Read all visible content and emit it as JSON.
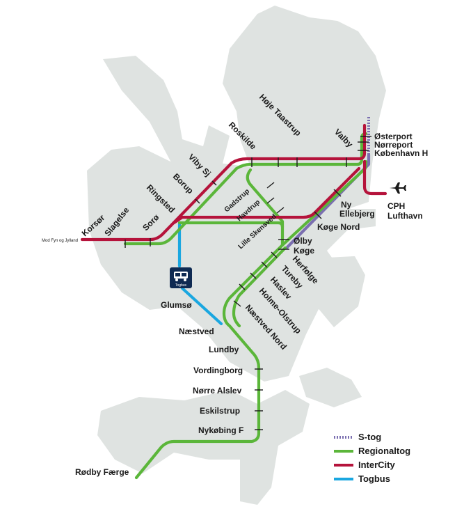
{
  "colors": {
    "land": "#dfe3e1",
    "s_tog": "#7b6fb0",
    "regional": "#5bb63a",
    "intercity": "#b5133b",
    "togbus": "#1aa7e0",
    "bus_box": "#0f2a52"
  },
  "stations": {
    "korsoer": "Korsør",
    "slagelse": "Slagelse",
    "soroe": "Sorø",
    "ringsted": "Ringsted",
    "borup": "Borup",
    "viby": "Viby Sj",
    "roskilde": "Roskilde",
    "hoeje_taastrup": "Høje Taastrup",
    "valby": "Valby",
    "oesterport": "Østerport",
    "noerreport": "Nørreport",
    "kbh_h": "København H",
    "cph": "CPH",
    "lufthavn": "Lufthavn",
    "ny": "Ny",
    "ellebjerg": "Ellebjerg",
    "koege_nord": "Køge Nord",
    "oelby": "Ølby",
    "koege": "Køge",
    "herfoelge": "Herfølge",
    "tureby": "Tureby",
    "haslev": "Haslev",
    "holme_olstrup": "Holme-Olstrup",
    "naestved_nord": "Næstved Nord",
    "naestved": "Næstved",
    "glumsoe": "Glumsø",
    "lundby": "Lundby",
    "vordingborg": "Vordingborg",
    "noerre_alslev": "Nørre Alslev",
    "eskilstrup": "Eskilstrup",
    "nykoebing": "Nykøbing F",
    "roedby": "Rødby Færge",
    "gadstrup": "Gadstrup",
    "havdrup": "Havdrup",
    "lille_skensved": "Lille Skensved",
    "mod_fyn": "Mod Fyn og Jylland"
  },
  "togbus_icon": {
    "label": "Togbus"
  },
  "legend": {
    "items": [
      {
        "label": "S-tog",
        "color": "#7b6fb0",
        "dashed": true
      },
      {
        "label": "Regionaltog",
        "color": "#5bb63a",
        "dashed": false
      },
      {
        "label": "InterCity",
        "color": "#b5133b",
        "dashed": false
      },
      {
        "label": "Togbus",
        "color": "#1aa7e0",
        "dashed": false
      }
    ]
  },
  "icons": {
    "airplane": "airplane-icon",
    "bus": "bus-icon"
  }
}
